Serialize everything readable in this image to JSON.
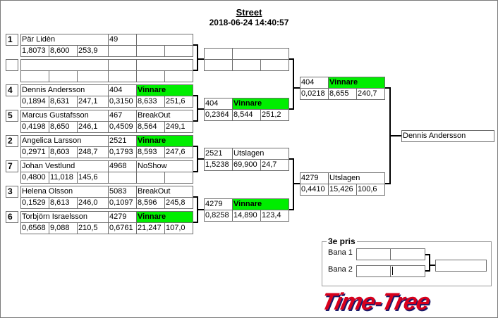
{
  "header": {
    "title": "Street",
    "datetime": "2018-06-24 14:40:57"
  },
  "round1": [
    {
      "seed": "1",
      "name": "Pär Lidèn",
      "rt": "1,8073",
      "et": "8,600",
      "speed": "253,9",
      "res": {
        "num": "49",
        "status": "",
        "win": false,
        "rt": "",
        "et": "",
        "speed": ""
      }
    },
    {
      "seed": "",
      "name": "",
      "rt": "",
      "et": "",
      "speed": "",
      "res": {
        "num": "",
        "status": "",
        "win": false,
        "rt": "",
        "et": "",
        "speed": ""
      }
    },
    {
      "seed": "4",
      "name": "Dennis Andersson",
      "rt": "0,1894",
      "et": "8,631",
      "speed": "247,1",
      "res": {
        "num": "404",
        "status": "Vinnare",
        "win": true,
        "rt": "0,3150",
        "et": "8,633",
        "speed": "251,6"
      }
    },
    {
      "seed": "5",
      "name": "Marcus Gustafsson",
      "rt": "0,4198",
      "et": "8,650",
      "speed": "246,1",
      "res": {
        "num": "467",
        "status": "BreakOut",
        "win": false,
        "rt": "0,4509",
        "et": "8,564",
        "speed": "249,1"
      }
    },
    {
      "seed": "2",
      "name": "Angelica Larsson",
      "rt": "0,2971",
      "et": "8,603",
      "speed": "248,7",
      "res": {
        "num": "2521",
        "status": "Vinnare",
        "win": true,
        "rt": "0,1793",
        "et": "8,593",
        "speed": "247,6"
      }
    },
    {
      "seed": "7",
      "name": "Johan Vestlund",
      "rt": "0,4800",
      "et": "11,018",
      "speed": "145,6",
      "res": {
        "num": "4968",
        "status": "NoShow",
        "win": false,
        "rt": "",
        "et": "",
        "speed": ""
      }
    },
    {
      "seed": "3",
      "name": "Helena Olsson",
      "rt": "0,1529",
      "et": "8,613",
      "speed": "246,0",
      "res": {
        "num": "5083",
        "status": "BreakOut",
        "win": false,
        "rt": "0,1097",
        "et": "8,596",
        "speed": "245,8"
      }
    },
    {
      "seed": "6",
      "name": "Torbjörn Israelsson",
      "rt": "0,6568",
      "et": "9,088",
      "speed": "210,5",
      "res": {
        "num": "4279",
        "status": "Vinnare",
        "win": true,
        "rt": "0,6761",
        "et": "21,247",
        "speed": "107,0"
      }
    }
  ],
  "round2": [
    {
      "num": "",
      "status": "",
      "win": false,
      "rt": "",
      "et": "",
      "speed": ""
    },
    {
      "num": "404",
      "status": "Vinnare",
      "win": true,
      "rt": "0,2364",
      "et": "8,544",
      "speed": "251,2"
    },
    {
      "num": "2521",
      "status": "Utslagen",
      "win": false,
      "rt": "1,5238",
      "et": "69,900",
      "speed": "24,7"
    },
    {
      "num": "4279",
      "status": "Vinnare",
      "win": true,
      "rt": "0,8258",
      "et": "14,890",
      "speed": "123,4"
    }
  ],
  "round3": [
    {
      "num": "404",
      "status": "Vinnare",
      "win": true,
      "rt": "0,0218",
      "et": "8,655",
      "speed": "240,7"
    },
    {
      "num": "4279",
      "status": "Utslagen",
      "win": false,
      "rt": "0,4410",
      "et": "15,426",
      "speed": "100,6"
    }
  ],
  "final": {
    "winner": "Dennis Andersson"
  },
  "third_place": {
    "label": "3e pris",
    "lane1": "Bana 1",
    "lane2": "Bana 2",
    "winner": ""
  },
  "logo": "Time-Tree",
  "colors": {
    "winner": "#00ee00",
    "logo": "#d8001c"
  }
}
